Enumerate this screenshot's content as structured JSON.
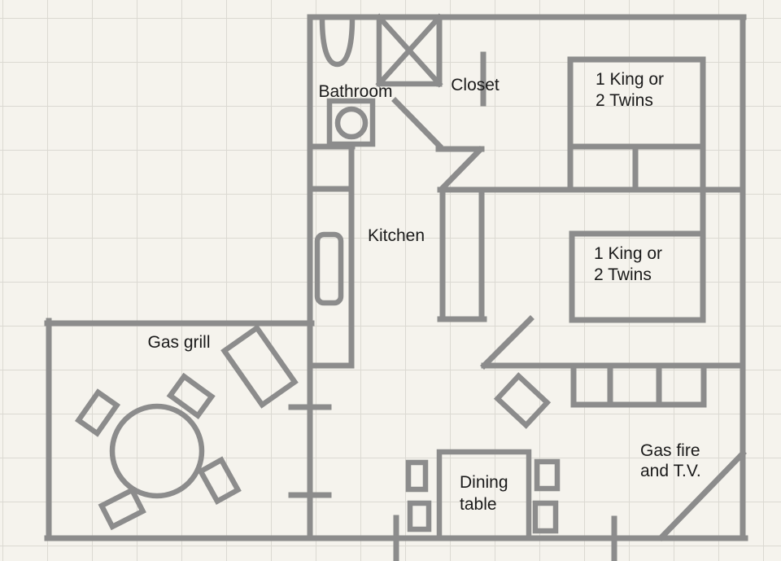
{
  "labels": {
    "bathroom": "Bathroom",
    "closet": "Closet",
    "bedroom1_line1": "1 King or",
    "bedroom1_line2": "2 Twins",
    "kitchen": "Kitchen",
    "bedroom2_line1": "1 King or",
    "bedroom2_line2": "2 Twins",
    "gas_grill": "Gas grill",
    "dining_line1": "Dining",
    "dining_line2": "table",
    "living_line1": "Gas fire",
    "living_line2": "and T.V."
  },
  "fixtures": [
    "toilet-icon",
    "shower-icon",
    "vanity-sink-icon",
    "kitchen-sink-icon",
    "bed-icon",
    "nightstand-icon",
    "closet-shelves-icon",
    "wardrobe-cells-icon",
    "grill-icon",
    "patio-table-icon",
    "patio-chair-icon",
    "dining-table-icon",
    "dining-chair-icon",
    "fireplace-icon",
    "door-swing-icon",
    "door-marker-tick-icon"
  ],
  "colors": {
    "wall": "#8c8c8c",
    "label_text": "#1a1a1a",
    "paper": "#f5f3ed",
    "grid_line": "#dbd9d2"
  }
}
